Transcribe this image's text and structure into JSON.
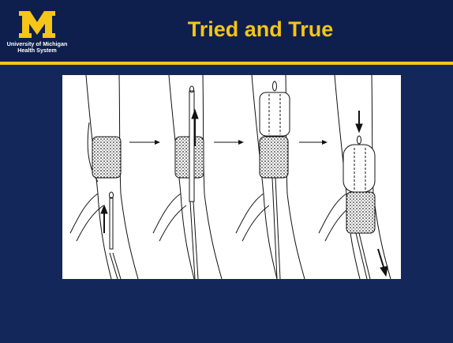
{
  "header": {
    "logo_line1": "University of Michigan",
    "logo_line2": "Health System",
    "title": "Tried and True"
  },
  "colors": {
    "background": "#14275a",
    "header": "#0f1f4d",
    "accent": "#f5c518",
    "title": "#f5c518"
  },
  "figure": {
    "icon": "stent-deployment-sequence-illustration"
  }
}
